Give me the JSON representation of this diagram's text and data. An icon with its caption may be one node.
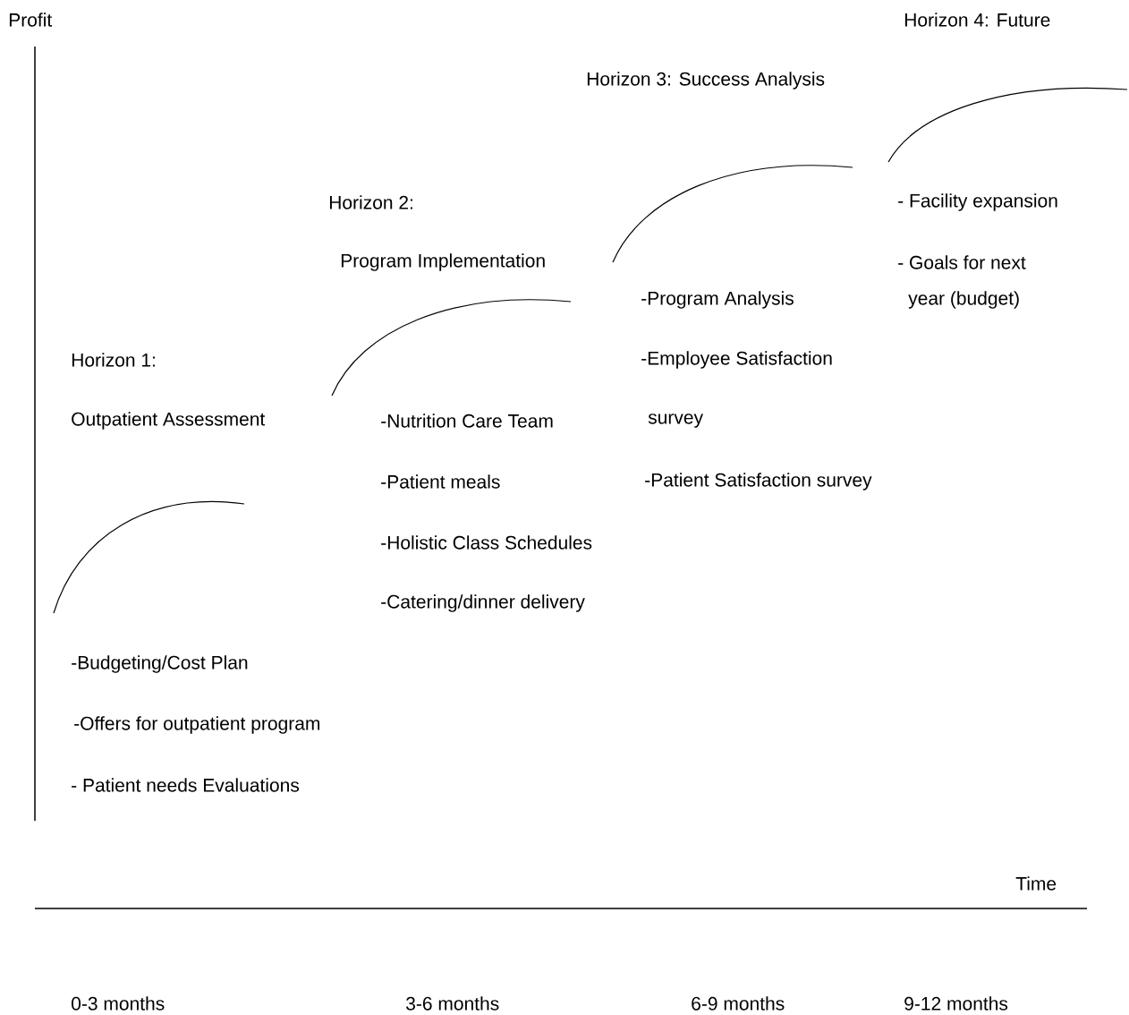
{
  "diagram": {
    "labels": [
      "Profit",
      "Horizon 4: Future",
      "Horizon 3: Success Analysis",
      "Horizon 2:",
      "- Facility expansion",
      "Program Implementation",
      "- Goals for next",
      "-Program Analysis",
      "year (budget)",
      "Horizon 1:",
      "-Employee Satisfaction",
      "Outpatient Assessment",
      "-Nutrition Care Team",
      "survey",
      "-Patient meals",
      "-Patient Satisfaction survey",
      "-Holistic Class Schedules",
      "-Catering/dinner delivery",
      "-Budgeting/Cost Plan",
      "-Offers for outpatient program",
      "- Patient needs Evaluations",
      "Time",
      "0-3 months",
      "3-6 months",
      "6-9 months",
      "9-12 months"
    ]
  }
}
